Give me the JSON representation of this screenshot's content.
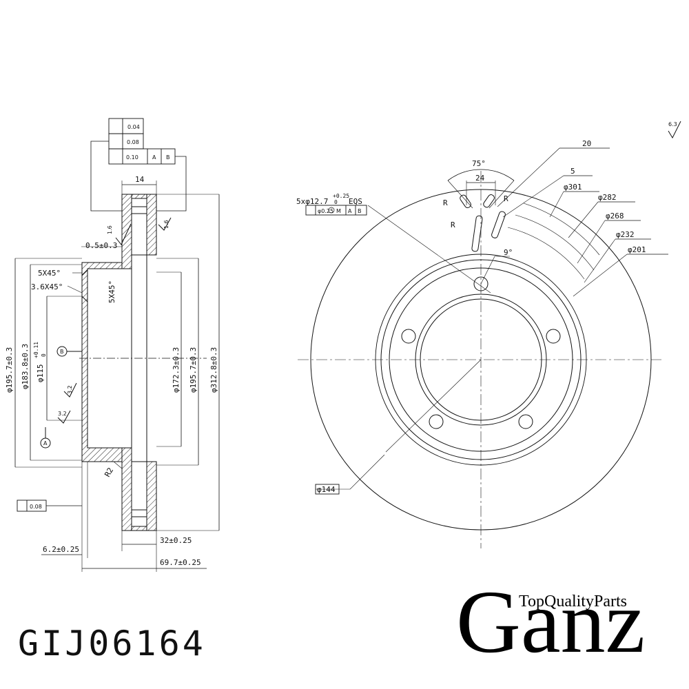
{
  "drawing": {
    "flatness_1": "0.04",
    "parallelism": "0.08",
    "runout": "0.10",
    "datum_a": "A",
    "datum_b": "B",
    "thickness": "14",
    "roughness_1": "1.6",
    "roughness_2": "1.6",
    "offset": "0.5±0.3",
    "chamfer_1": "5X45°",
    "chamfer_2": "3.6X45°",
    "chamfer_3": "5X45°",
    "dia_195_left": "φ195.7±0.3",
    "dia_183": "φ183.8±0.3",
    "dia_115": "φ115",
    "dia_115_tol_upper": "+0.11",
    "dia_115_tol_lower": "0",
    "dia_172": "φ172.3±0.3",
    "dia_195_right": "φ195.7±0.3",
    "dia_312": "φ312.8±0.3",
    "roughness_3": "3.2",
    "roughness_4": "3.2",
    "radius": "R2",
    "flatness_2": "0.08",
    "hat_thickness": "6.2±0.25",
    "total_thickness": "32±0.25",
    "height": "69.7±0.25",
    "holes": "5xφ12.7",
    "holes_tol_upper": "+0.25",
    "holes_tol_lower": "0",
    "holes_eqs": "EQS",
    "position_tol": "φ0.25",
    "mmc": "M",
    "angle_75": "75°",
    "slot_24": "24",
    "r_1": "R",
    "r_2": "R",
    "r_3": "R",
    "depth_20": "20",
    "width_5": "5",
    "dia_301": "φ301",
    "dia_282": "φ282",
    "dia_268": "φ268",
    "dia_232": "φ232",
    "dia_201": "φ201",
    "angle_9": "9°",
    "dia_144": "φ144",
    "roughness_overall": "6.3"
  },
  "part_number": "GIJ06164",
  "brand": {
    "name": "Ganz",
    "tagline": "TopQualityParts"
  }
}
